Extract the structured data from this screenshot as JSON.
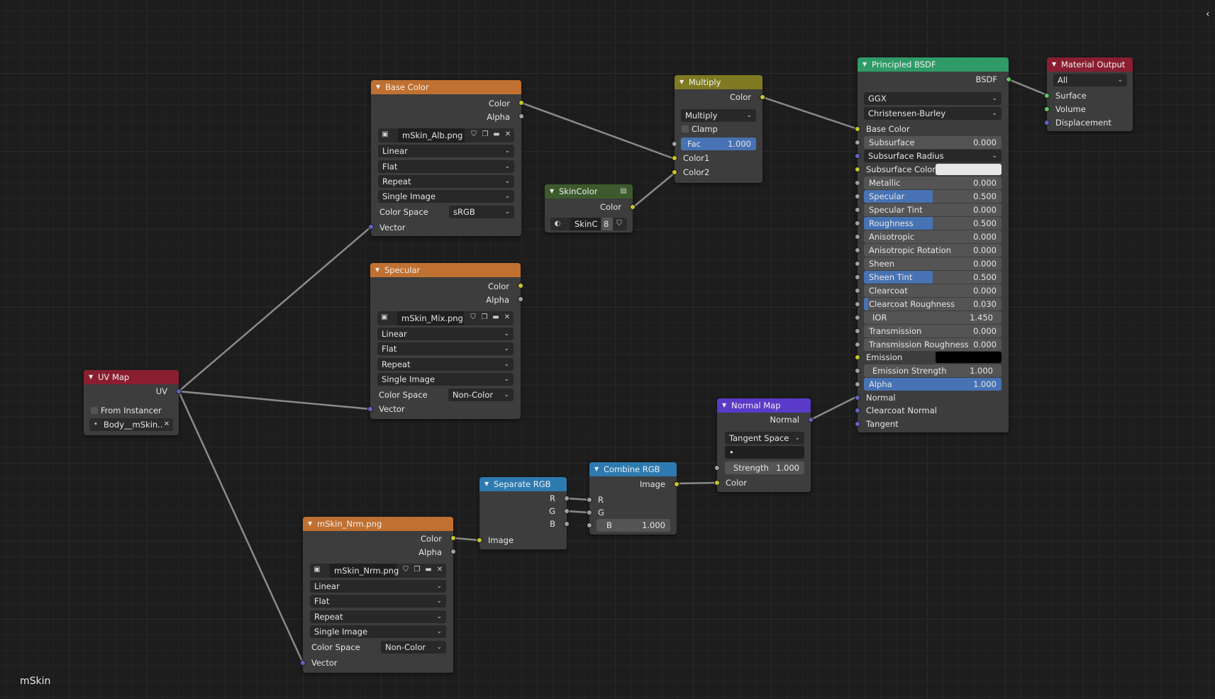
{
  "material_name": "mSkin",
  "colors": {
    "header_texture": "#c07030",
    "header_color": "#7f8a2c",
    "header_input": "#8a1e30",
    "header_vector": "#5a3ac8",
    "header_converter": "#2d7ab0",
    "header_shader": "#2f9c68",
    "header_output": "#8a1e30",
    "socket_color": "#c7c729",
    "socket_float": "#a1a1a1",
    "socket_vector": "#6363c7",
    "socket_shader": "#63c763",
    "slider_fill": "#4772b3",
    "background": "#1d1d1d",
    "node_body": "#3d3d3d"
  },
  "nodes": {
    "base_color": {
      "title": "Base Color",
      "out_color": "Color",
      "out_alpha": "Alpha",
      "image": "mSkin_Alb.png",
      "interpolation": "Linear",
      "projection": "Flat",
      "extension": "Repeat",
      "source": "Single Image",
      "color_space_label": "Color Space",
      "color_space": "sRGB",
      "in_vector": "Vector"
    },
    "specular": {
      "title": "Specular",
      "out_color": "Color",
      "out_alpha": "Alpha",
      "image": "mSkin_Mix.png",
      "interpolation": "Linear",
      "projection": "Flat",
      "extension": "Repeat",
      "source": "Single Image",
      "color_space_label": "Color Space",
      "color_space": "Non-Color",
      "in_vector": "Vector"
    },
    "normal_tex": {
      "title": "mSkin_Nrm.png",
      "out_color": "Color",
      "out_alpha": "Alpha",
      "image": "mSkin_Nrm.png",
      "interpolation": "Linear",
      "projection": "Flat",
      "extension": "Repeat",
      "source": "Single Image",
      "color_space_label": "Color Space",
      "color_space": "Non-Color",
      "in_vector": "Vector"
    },
    "uv_map": {
      "title": "UV Map",
      "out_uv": "UV",
      "from_instancer": "From Instancer",
      "uv_name": "Body__mSkin.."
    },
    "skin_color": {
      "title": "SkinColor",
      "out_color": "Color",
      "group_name": "SkinC",
      "users": "8"
    },
    "multiply": {
      "title": "Multiply",
      "out_color": "Color",
      "blend_mode": "Multiply",
      "clamp": "Clamp",
      "fac_label": "Fac",
      "fac": "1.000",
      "fac_value": 1.0,
      "in_color1": "Color1",
      "in_color2": "Color2"
    },
    "separate_rgb": {
      "title": "Separate RGB",
      "out_r": "R",
      "out_g": "G",
      "out_b": "B",
      "in_image": "Image"
    },
    "combine_rgb": {
      "title": "Combine RGB",
      "out_image": "Image",
      "in_r": "R",
      "in_g": "G",
      "in_b_label": "B",
      "in_b": "1.000"
    },
    "normal_map": {
      "title": "Normal Map",
      "out_normal": "Normal",
      "space": "Tangent Space",
      "uv_bullet": "•",
      "strength_label": "Strength",
      "strength": "1.000",
      "in_color": "Color"
    },
    "principled": {
      "title": "Principled BSDF",
      "out_bsdf": "BSDF",
      "distribution": "GGX",
      "subsurface_method": "Christensen-Burley",
      "base_color": "Base Color",
      "subsurface_radius": "Subsurface Radius",
      "subsurface_color": "Subsurface Color",
      "subsurface_color_hex": "#e6e6e6",
      "emission": "Emission",
      "emission_hex": "#000000",
      "normal": "Normal",
      "clearcoat_normal": "Clearcoat Normal",
      "tangent": "Tangent",
      "sliders": [
        {
          "label": "Subsurface",
          "value": "0.000",
          "fraction": 0
        },
        {
          "label": "Metallic",
          "value": "0.000",
          "fraction": 0
        },
        {
          "label": "Specular",
          "value": "0.500",
          "fraction": 0.5
        },
        {
          "label": "Specular Tint",
          "value": "0.000",
          "fraction": 0
        },
        {
          "label": "Roughness",
          "value": "0.500",
          "fraction": 0.5
        },
        {
          "label": "Anisotropic",
          "value": "0.000",
          "fraction": 0
        },
        {
          "label": "Anisotropic Rotation",
          "value": "0.000",
          "fraction": 0
        },
        {
          "label": "Sheen",
          "value": "0.000",
          "fraction": 0
        },
        {
          "label": "Sheen Tint",
          "value": "0.500",
          "fraction": 0.5
        },
        {
          "label": "Clearcoat",
          "value": "0.000",
          "fraction": 0
        },
        {
          "label": "Clearcoat Roughness",
          "value": "0.030",
          "fraction": 0.03
        },
        {
          "label": "IOR",
          "value": "1.450",
          "fraction": 0
        },
        {
          "label": "Transmission",
          "value": "0.000",
          "fraction": 0
        },
        {
          "label": "Transmission Roughness",
          "value": "0.000",
          "fraction": 0
        },
        {
          "label": "Emission Strength",
          "value": "1.000",
          "fraction": 0
        },
        {
          "label": "Alpha",
          "value": "1.000",
          "fraction": 1.0
        }
      ]
    },
    "material_output": {
      "title": "Material Output",
      "target": "All",
      "in_surface": "Surface",
      "in_volume": "Volume",
      "in_displacement": "Displacement"
    }
  }
}
